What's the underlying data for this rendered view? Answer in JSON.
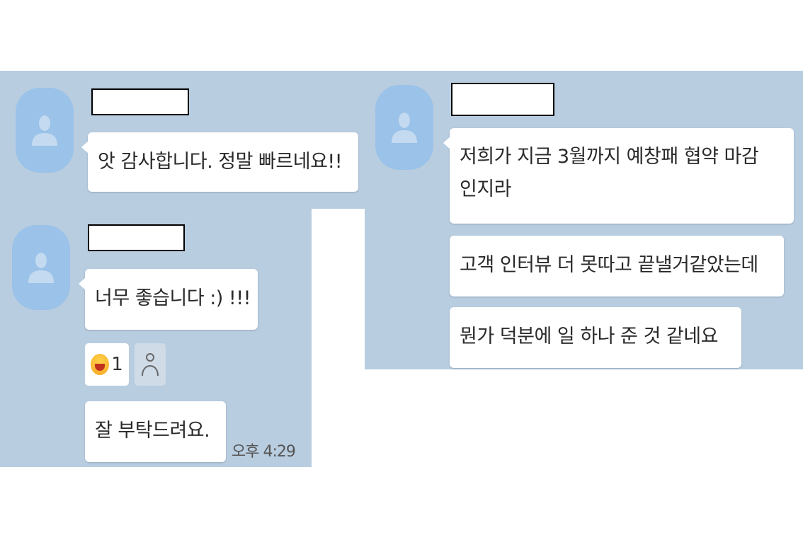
{
  "colors": {
    "chat_background": "#b9cde0",
    "avatar": "#9bc2e8",
    "bubble": "#ffffff",
    "page": "#ffffff"
  },
  "left_panel": {
    "messages": [
      {
        "sender_name": "",
        "sender_redacted": true,
        "text": "앗 감사합니다. 정말 빠르네요!!"
      },
      {
        "sender_name": "",
        "sender_redacted": true,
        "text": "너무 좋습니다 :) !!!",
        "reactions": [
          {
            "icon": "laughing-face-emoji-icon",
            "count": "1"
          },
          {
            "icon": "person-outline-icon",
            "count": ""
          }
        ]
      },
      {
        "text": "잘 부탁드려요.",
        "timestamp": "오후 4:29"
      }
    ]
  },
  "right_panel": {
    "sender_name": "",
    "sender_redacted": true,
    "messages": [
      {
        "lines": [
          "저희가 지금 3월까지 예창패 협약 마감",
          "인지라"
        ]
      },
      {
        "text": "고객 인터뷰 더 못따고 끝낼거같았는데"
      },
      {
        "text": "뭔가 덕분에 일 하나 준 것 같네요"
      }
    ]
  }
}
